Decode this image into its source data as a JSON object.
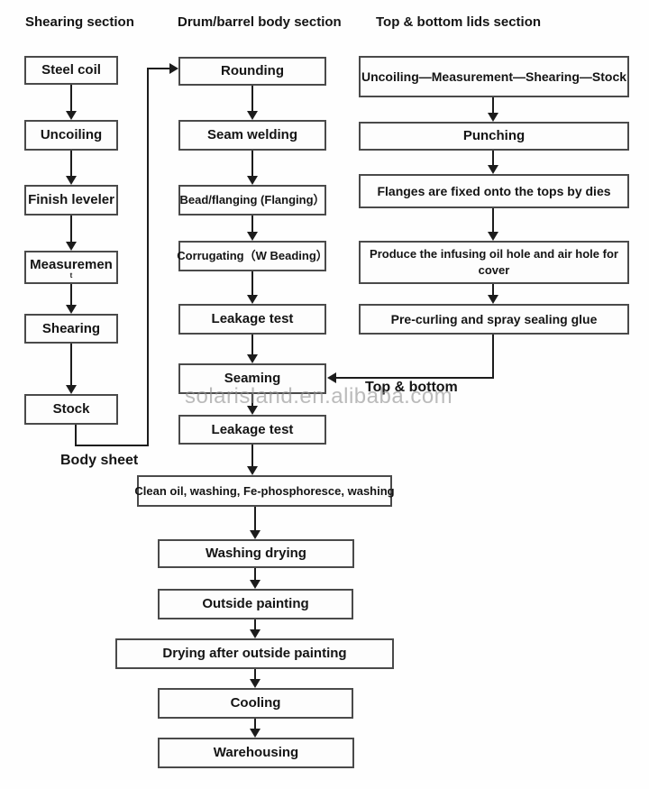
{
  "watermark": "solarisland.en.alibaba.com",
  "sections": {
    "shearing": {
      "title": "Shearing section",
      "boxes": [
        "Steel coil",
        "Uncoiling",
        "Finish leveler",
        "Measuremen",
        "Shearing",
        "Stock"
      ],
      "measurement_tail": "t",
      "note": "Body sheet"
    },
    "body": {
      "title": "Drum/barrel body section",
      "boxes": [
        "Rounding",
        "Seam welding",
        "Bead/flanging (Flanging）",
        "Corrugating（W Beading）",
        "Leakage test",
        "Seaming",
        "Leakage test"
      ]
    },
    "lids": {
      "title": "Top & bottom lids section",
      "boxes": [
        "Uncoiling—Measurement—Shearing—Stock",
        "Punching",
        "Flanges are fixed onto the tops by dies",
        "Produce the infusing oil hole and air hole for cover",
        "Pre-curling and spray sealing glue"
      ],
      "note": "Top & bottom"
    },
    "finishing": {
      "boxes": [
        "Clean oil, washing, Fe-phosphoresce, washing",
        "Washing drying",
        "Outside painting",
        "Drying after outside painting",
        "Cooling",
        "Warehousing"
      ]
    }
  },
  "colors": {
    "box_border": "#4a4a4a",
    "connector_line": "#1c1c1c",
    "text": "#141414",
    "watermark_text": "#919191",
    "background": "#fefefe"
  }
}
